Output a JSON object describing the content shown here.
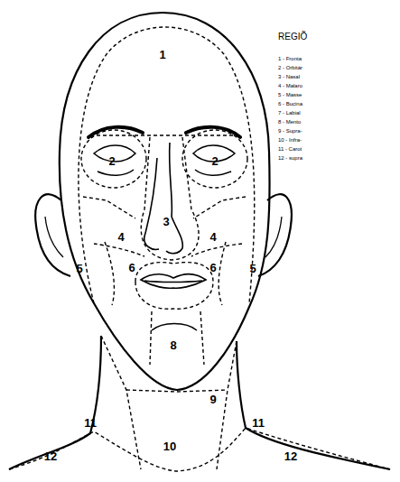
{
  "diagram": {
    "title": "REGIÕ",
    "labels": [
      "1",
      "2",
      "2",
      "3",
      "4",
      "4",
      "5",
      "5",
      "6",
      "6",
      "8",
      "9",
      "10",
      "11",
      "11",
      "12",
      "12",
      "1 - Fronta",
      "2 - Orbitár",
      "3 - Nasal",
      "4 - Malaro",
      "5 - Masse",
      "6 - Bucina",
      "7 - Labial",
      "8 - Mento",
      "9 - Supra-",
      "10 - Infra-",
      "11 - Carot",
      "12 - supra"
    ]
  }
}
